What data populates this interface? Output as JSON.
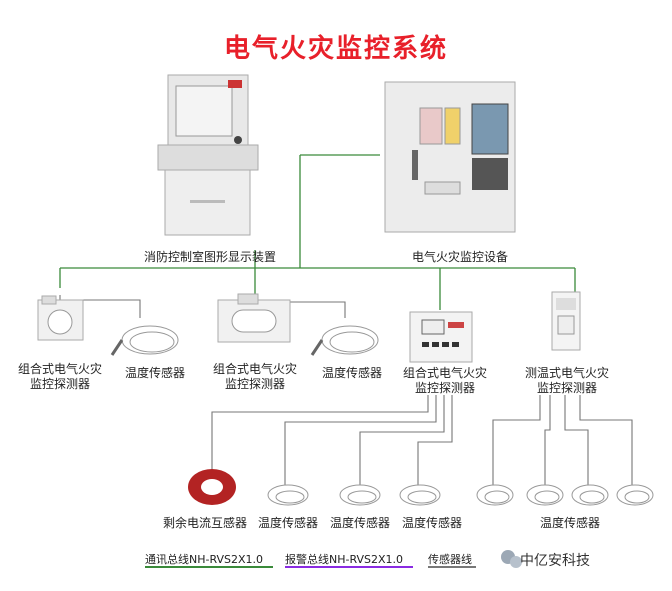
{
  "title": "电气火灾监控系统",
  "devices": {
    "graphic_display": "消防控制室图形显示装置",
    "monitor_equipment": "电气火灾监控设备",
    "combo_detector_1": [
      "组合式电气火灾",
      "监控探测器"
    ],
    "temp_sensor_1": "温度传感器",
    "combo_detector_2": [
      "组合式电气火灾",
      "监控探测器"
    ],
    "temp_sensor_2": "温度传感器",
    "combo_detector_3": [
      "组合式电气火灾",
      "监控探测器"
    ],
    "temp_detector": [
      "测温式电气火灾",
      "监控探测器"
    ],
    "residual_ct": "剩余电流互感器",
    "temp_sensor_a": "温度传感器",
    "temp_sensor_b": "温度传感器",
    "temp_sensor_c": "温度传感器",
    "temp_sensor_group": "温度传感器"
  },
  "legend": {
    "comm_bus": "通讯总线NH-RVS2X1.0",
    "alarm_bus": "报警总线NH-RVS2X1.0",
    "sensor_line": "传感器线"
  },
  "colors": {
    "title": "#e8202a",
    "comm_bus": "#3a8a3a",
    "alarm_bus": "#8a2be2",
    "sensor_line": "#777777"
  },
  "brand": "中亿安科技"
}
